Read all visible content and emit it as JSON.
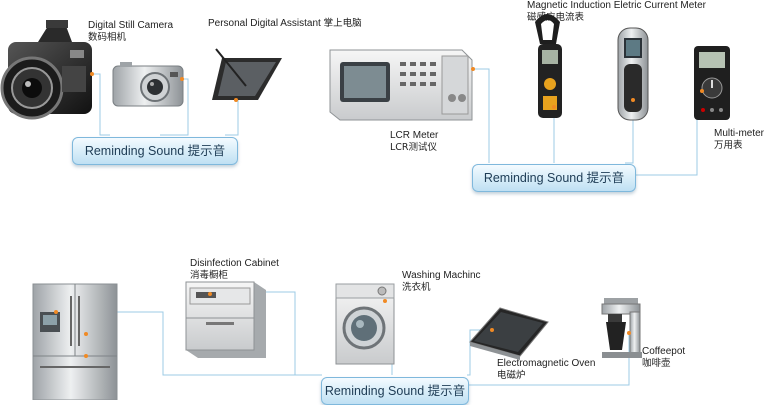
{
  "devices": {
    "camera": {
      "name_en": "Digital Still Camera",
      "name_zh": "数码相机",
      "icon": "dslr-camera-icon"
    },
    "compact_camera": {
      "icon": "compact-camera-icon"
    },
    "pda": {
      "name_en": "Personal Digital Assistant",
      "name_zh": "掌上电脑",
      "icon": "pda-tablet-icon"
    },
    "lcr": {
      "name_en": "LCR Meter",
      "name_zh": "LCR测试仪",
      "icon": "lcr-meter-icon"
    },
    "clamp": {
      "name_en": "Magnetic Induction Eletric Current Meter",
      "name_zh": "磁感应电流表",
      "icon": "clamp-meter-icon"
    },
    "handheld": {
      "icon": "handheld-meter-icon"
    },
    "multimeter": {
      "name_en": "Multi-meter",
      "name_zh": "万用表",
      "icon": "multimeter-icon"
    },
    "fridge": {
      "icon": "refrigerator-icon"
    },
    "disinfection": {
      "name_en": "Disinfection Cabinet",
      "name_zh": "消毒橱柜",
      "icon": "disinfection-cabinet-icon"
    },
    "washer": {
      "name_en": "Washing Machinc",
      "name_zh": "洗衣机",
      "icon": "washing-machine-icon"
    },
    "oven": {
      "name_en": "Electromagnetic Oven",
      "name_zh": "电磁炉",
      "icon": "induction-cooker-icon"
    },
    "coffee": {
      "name_en": "Coffeepot",
      "name_zh": "咖啡壶",
      "icon": "coffee-maker-icon"
    }
  },
  "hubs": {
    "one": "Reminding Sound 提示音",
    "two": "Reminding Sound 提示音",
    "three": "Reminding Sound 提示音"
  },
  "colors": {
    "hub_border": "#7fb8dc",
    "hub_fill": "#d6ecf8",
    "connector": "#9ccbe6",
    "marker": "#f08a24"
  }
}
